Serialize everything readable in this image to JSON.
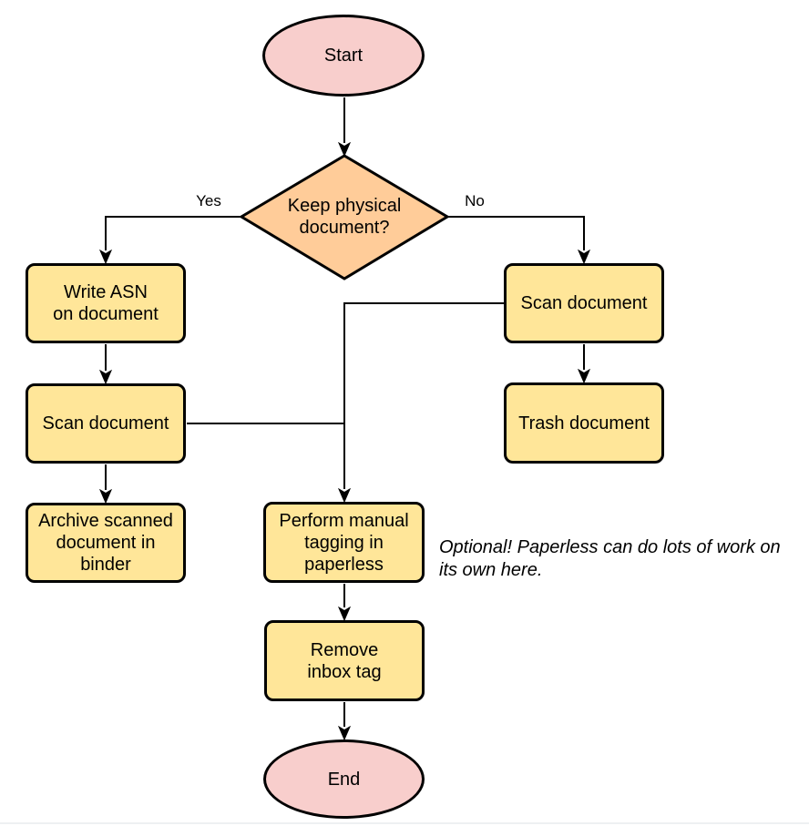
{
  "flowchart": {
    "nodes": {
      "start": {
        "label": "Start",
        "shape": "terminator"
      },
      "decision": {
        "label": "Keep physical\ndocument?",
        "shape": "decision"
      },
      "write_asn": {
        "label": "Write ASN\non document",
        "shape": "process"
      },
      "scan_left": {
        "label": "Scan document",
        "shape": "process"
      },
      "archive": {
        "label": "Archive scanned\ndocument in\nbinder",
        "shape": "process"
      },
      "scan_right": {
        "label": "Scan document",
        "shape": "process"
      },
      "trash": {
        "label": "Trash document",
        "shape": "process"
      },
      "tagging": {
        "label": "Perform manual\ntagging in\npaperless",
        "shape": "process"
      },
      "remove_inbox": {
        "label": "Remove\ninbox tag",
        "shape": "process"
      },
      "end": {
        "label": "End",
        "shape": "terminator"
      }
    },
    "edge_labels": {
      "yes": "Yes",
      "no": "No"
    },
    "annotation": "Optional! Paperless can do lots of work on\nits own here.",
    "colors": {
      "terminator_fill": "#f8cecc",
      "decision_fill": "#ffcc99",
      "process_fill": "#ffe699",
      "stroke": "#000000",
      "text": "#000000",
      "page_edge": "#eef0f2"
    }
  }
}
